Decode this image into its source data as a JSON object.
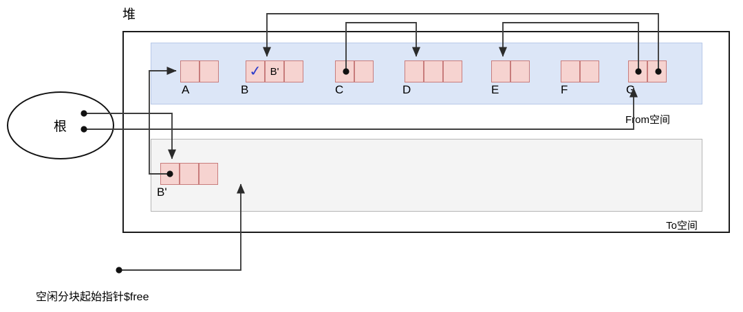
{
  "diagram": {
    "title": "堆",
    "root": {
      "label": "根",
      "pointer_count": 2
    },
    "spaces": [
      {
        "id": "from",
        "label": "From空间"
      },
      {
        "id": "to",
        "label": "To空间"
      }
    ],
    "from_nodes": [
      {
        "name": "A",
        "label": "A",
        "cells": 2,
        "cell_contents": [
          "",
          ""
        ],
        "dots": []
      },
      {
        "name": "B",
        "label": "B",
        "cells": 3,
        "cell_contents": [
          "✓",
          "B'",
          ""
        ],
        "dots": [],
        "forwarded": true,
        "forward_target": "B'"
      },
      {
        "name": "C",
        "label": "C",
        "cells": 2,
        "cell_contents": [
          "",
          ""
        ],
        "dots": [
          0
        ]
      },
      {
        "name": "D",
        "label": "D",
        "cells": 3,
        "cell_contents": [
          "",
          "",
          ""
        ],
        "dots": []
      },
      {
        "name": "E",
        "label": "E",
        "cells": 2,
        "cell_contents": [
          "",
          ""
        ],
        "dots": []
      },
      {
        "name": "F",
        "label": "F",
        "cells": 2,
        "cell_contents": [
          "",
          ""
        ],
        "dots": []
      },
      {
        "name": "G",
        "label": "G",
        "cells": 2,
        "cell_contents": [
          "",
          ""
        ],
        "dots": [
          0,
          1
        ]
      }
    ],
    "to_nodes": [
      {
        "name": "Bprime",
        "label": "B'",
        "cells": 3,
        "cell_contents": [
          "",
          "",
          ""
        ],
        "dots": [
          0
        ]
      }
    ],
    "free_pointer": {
      "label": "空闲分块起始指针$free"
    },
    "edges": [
      {
        "from": "root.slot1",
        "to": "Bprime.node"
      },
      {
        "from": "root.slot2",
        "to": "G.node"
      },
      {
        "from": "Bprime.cell1",
        "to": "A.node"
      },
      {
        "from": "B.forward",
        "to": "B.node"
      },
      {
        "from": "C.cell1",
        "to": "D.node"
      },
      {
        "from": "G.cell1",
        "to": "E.node"
      },
      {
        "from": "G.cell2",
        "to": "B.node"
      },
      {
        "from": "free_pointer",
        "to": "to_space.free_area"
      }
    ],
    "colors": {
      "from_space_fill": "#dce6f7",
      "to_space_fill": "#f4f4f4",
      "node_fill": "#f6d3d0",
      "node_stroke": "#c77b7b",
      "check_mark": "#2f3ecb",
      "wire": "#3d3d3d"
    }
  }
}
